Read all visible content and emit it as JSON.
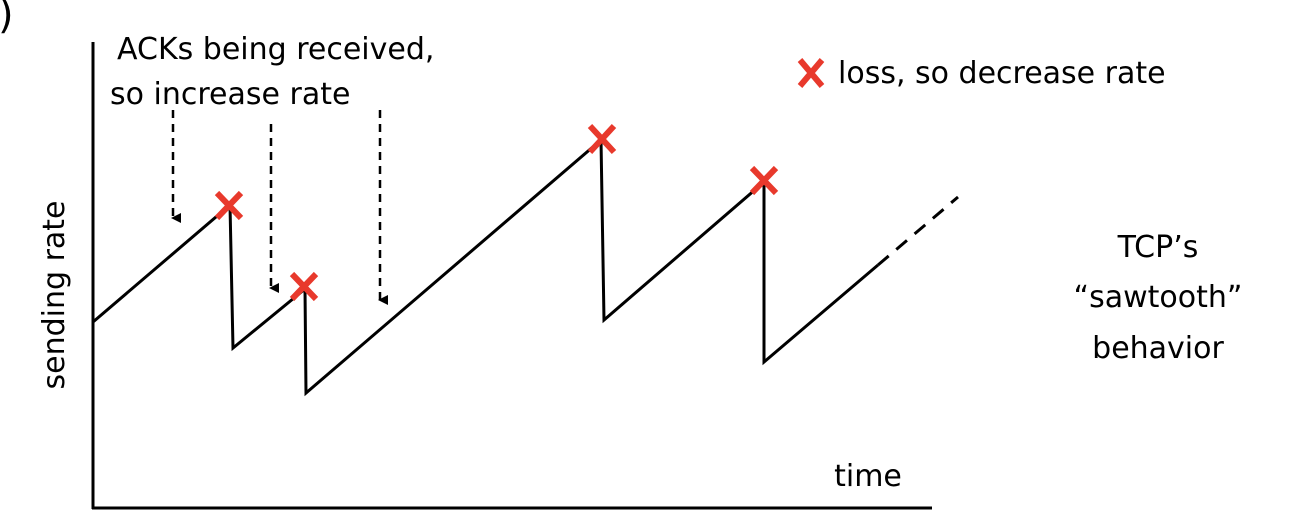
{
  "annotations": {
    "acks_line1": "ACKs being received,",
    "acks_line2": "so increase rate",
    "loss_label": "loss, so decrease rate",
    "sawtooth_line1": "TCP’s",
    "sawtooth_line2": "“sawtooth”",
    "sawtooth_line3": "behavior"
  },
  "axes": {
    "x_label": "time",
    "y_label": "sending rate"
  },
  "colors": {
    "loss_marker": "#e8392c",
    "line": "#000000",
    "background": "#ffffff"
  },
  "loss_marker_icon": "red-x-icon",
  "corner_fragment": ")"
}
